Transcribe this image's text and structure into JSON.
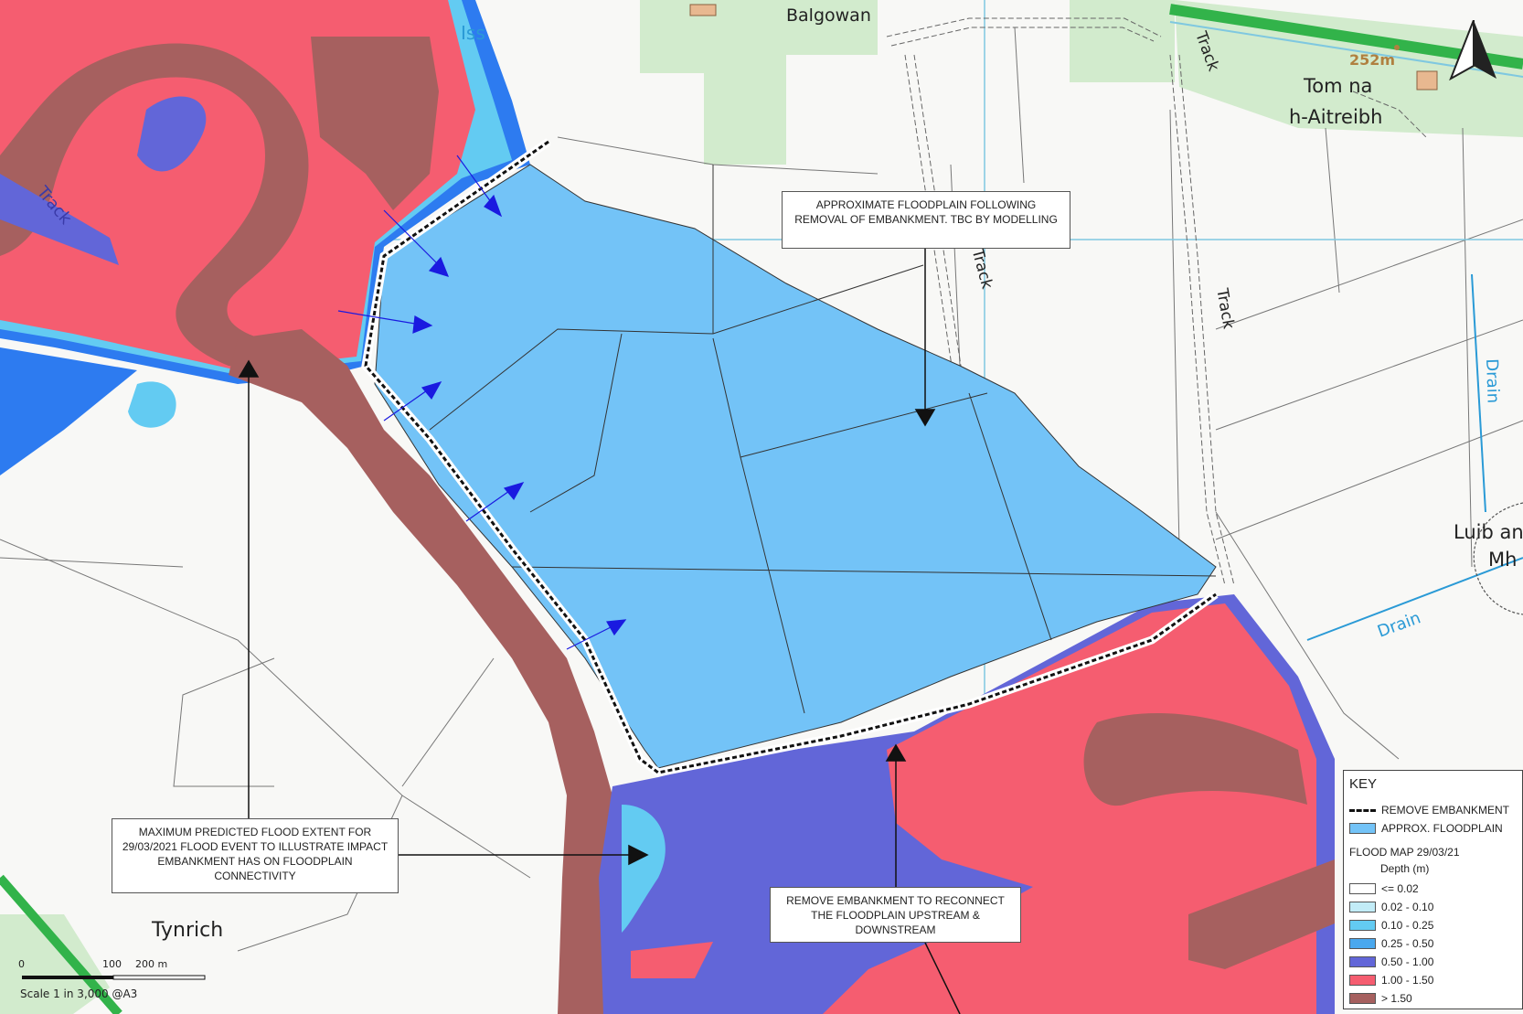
{
  "map": {
    "place_labels": {
      "balgowan": "Balgowan",
      "tom_na_1": "Tom na",
      "tom_na_2": "h-Aitreibh",
      "tynrich": "Tynrich",
      "luib_1": "Luib an",
      "luib_2": "Mh"
    },
    "feature_labels": {
      "track_nw": "Track",
      "track_center": "Track",
      "track_ne1": "Track",
      "track_ne2": "Track",
      "drain_v": "Drain",
      "drain_h": "Drain",
      "iss": "Iss"
    },
    "height_label": "252m",
    "colors": {
      "approx_floodplain": "#73c3f7",
      "depth_le_002": "#ffffff",
      "depth_002_010": "#c2ecf7",
      "depth_010_025": "#63cbf2",
      "depth_025_050": "#4aa8ee",
      "depth_050_100": "#6266d8",
      "depth_100_150": "#f55d70",
      "depth_gt_150": "#a6605f",
      "green_space": "#d2ebcd",
      "road_green": "#32b34a",
      "arrow_blue": "#1a1ae0"
    }
  },
  "callouts": {
    "floodplain": "APPROXIMATE FLOODPLAIN FOLLOWING REMOVAL OF EMBANKMENT. TBC BY MODELLING",
    "max_extent": "MAXIMUM PREDICTED FLOOD EXTENT FOR 29/03/2021 FLOOD EVENT TO ILLUSTRATE IMPACT EMBANKMENT HAS ON FLOODPLAIN CONNECTIVITY",
    "remove": "REMOVE EMBANKMENT TO RECONNECT THE FLOODPLAIN UPSTREAM & DOWNSTREAM"
  },
  "key": {
    "title": "KEY",
    "remove_embankment": "REMOVE EMBANKMENT",
    "approx_floodplain": "APPROX. FLOODPLAIN",
    "flood_map": "FLOOD MAP 29/03/21",
    "depth_label": "Depth (m)",
    "depth_rows": [
      {
        "label": "<= 0.02",
        "color": "#ffffff"
      },
      {
        "label": "0.02 - 0.10",
        "color": "#c2ecf7"
      },
      {
        "label": "0.10 - 0.25",
        "color": "#63cbf2"
      },
      {
        "label": "0.25 - 0.50",
        "color": "#4aa8ee"
      },
      {
        "label": "0.50 - 1.00",
        "color": "#6266d8"
      },
      {
        "label": "1.00 - 1.50",
        "color": "#f55d70"
      },
      {
        "label": "> 1.50",
        "color": "#a6605f"
      }
    ]
  },
  "scale": {
    "tick_0": "0",
    "tick_100": "100",
    "tick_200": "200 m",
    "text": "Scale 1 in 3,000 @A3"
  }
}
